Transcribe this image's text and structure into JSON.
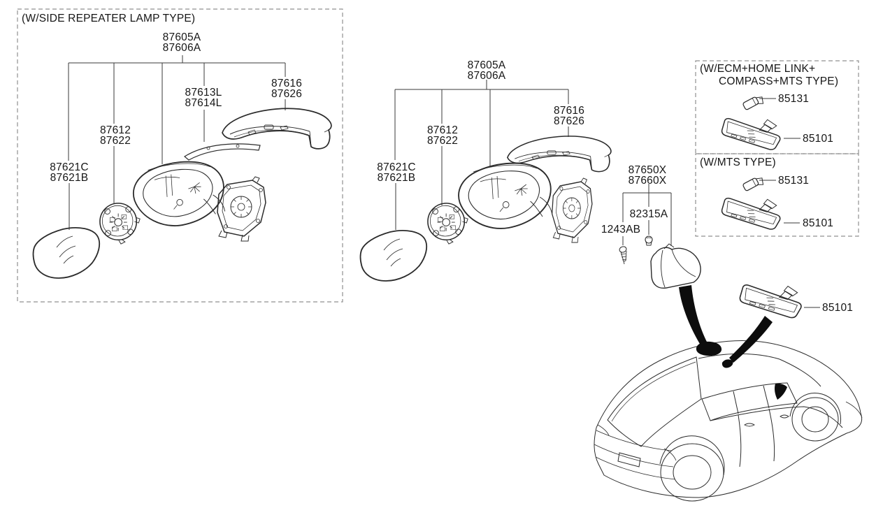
{
  "diagram": {
    "colors": {
      "background": "#ffffff",
      "part_line": "#2b2b2b",
      "connector_line": "#3a3a3a",
      "panel_border": "#909090",
      "text": "#161616",
      "arrow_fill": "#0d0d0d"
    },
    "panels": {
      "side_repeater_lamp": {
        "title": "(W/SIDE REPEATER LAMP TYPE)"
      },
      "ecm_home_link": {
        "title_line1": "(W/ECM+HOME LINK+",
        "title_line2": "COMPASS+MTS TYPE)"
      },
      "mts": {
        "title": "(W/MTS TYPE)"
      }
    },
    "callouts": {
      "left_assembly": {
        "mirror_assembly": [
          "87605A",
          "87606A"
        ],
        "repeater_lamp": [
          "87613L",
          "87614L"
        ],
        "mirror_cover": [
          "87616",
          "87626"
        ],
        "actuator": [
          "87612",
          "87622"
        ],
        "mirror_glass": [
          "87621C",
          "87621B"
        ]
      },
      "middle_assembly": {
        "mirror_assembly": [
          "87605A",
          "87606A"
        ],
        "mirror_cover": [
          "87616",
          "87626"
        ],
        "actuator": [
          "87612",
          "87622"
        ],
        "mirror_glass": [
          "87621C",
          "87621B"
        ],
        "quarter_inner_cover": [
          "87650X",
          "87660X"
        ],
        "grommet": "82315A",
        "screw": "1243AB"
      },
      "ecm_box": {
        "bulb": "85131",
        "inside_mirror": "85101"
      },
      "mts_box": {
        "bulb": "85131",
        "inside_mirror": "85101"
      },
      "inside_mirror_main": "85101"
    }
  }
}
